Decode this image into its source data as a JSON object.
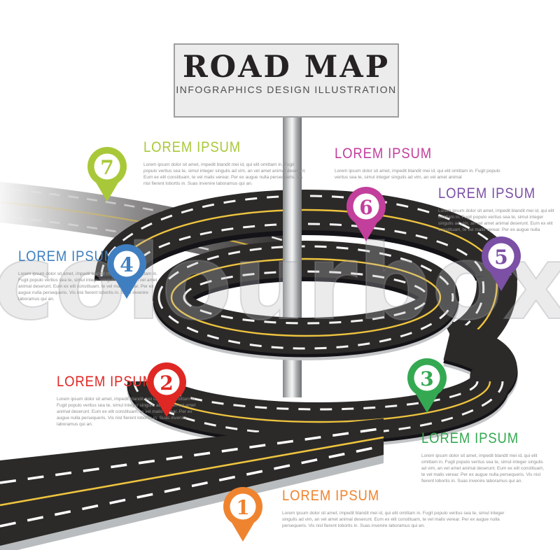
{
  "sign": {
    "title": "ROAD MAP",
    "subtitle": "INFOGRAPHICS DESIGN ILLUSTRATION"
  },
  "watermark": {
    "text": "colourbox"
  },
  "road": {
    "asphalt_color": "#2c2a29",
    "center_line_color": "#eec43f",
    "lane_marking_color": "#ffffff",
    "curb_color": "#c3c5c7"
  },
  "items": [
    {
      "number": "1",
      "label": "LOREM IPSUM",
      "color": "#ef8430",
      "body": "Lorem ipsum dolor sit amet, impedit blandit mei id, qui elit omittam in. Fugit populo veritus sea te, simul integer singulis ad vim, an vel amet animal deserunt. Eum ex elit constituam, te vel malis verear. Per ex augue nulla persequeris. Vis nisl fierent lobortis in. Suas invenire laboramus qui an."
    },
    {
      "number": "2",
      "label": "LOREM IPSUM",
      "color": "#df2823",
      "body": "Lorem ipsum dolor sit amet, impedit blandit mei id, qui elit omittam in. Fugit populo veritus sea te, simul integer singulis ad vim, an vel amet animal deserunt. Eum ex elit constituam, te vel malis verear. Per ex augue nulla persequeris. Vis nisl fierent lobortis in. Suas invenire laboramus qui an."
    },
    {
      "number": "3",
      "label": "LOREM IPSUM",
      "color": "#35a952",
      "body": "Lorem ipsum dolor sit amet, impedit blandit mei id, qui elit omittam in. Fugit populo veritus sea te, simul integer singulis ad vim, an vel amet animal deserunt. Eum ex elit constituam, te vel malis verear. Per ex augue nulla persequeris. Vis nisl fierent lobortis in. Suas invenire laboramus qui an."
    },
    {
      "number": "4",
      "label": "LOREM IPSUM",
      "color": "#3f7fc1",
      "body": "Lorem ipsum dolor sit amet, impedit blandit mei id, qui elit omittam in. Fugit populo veritus sea te, simul integer singulis ad vim, an vel amet animal deserunt. Eum ex elit constituam, te vel malis verear. Per ex augue nulla persequeris. Vis nisl fierent lobortis in. Suas invenire laboramus qui an."
    },
    {
      "number": "5",
      "label": "LOREM IPSUM",
      "color": "#7b50a5",
      "body": "Lorem ipsum dolor sit amet, impedit blandit mei id, qui elit omittam in. Fugit populo veritus sea te, simul integer singulis ad vim, an vel amet animal deserunt. Eum ex elit constituam, te vel malis verear. Per ex augue nulla"
    },
    {
      "number": "6",
      "label": "LOREM IPSUM",
      "color": "#c23f9c",
      "body": "Lorem ipsum dolor sit amet, impedit blandit mei id, qui elit omittam in. Fugit populo veritus sea te, simul integer singulis ad vim, an vel amet animal"
    },
    {
      "number": "7",
      "label": "LOREM IPSUM",
      "color": "#a9c839",
      "body": "Lorem ipsum dolor sit amet, impedit blandit mei id, qui elit omittam in. Fugit populo veritus sea te, simul integer singulis ad vim, an vel amet animal deserunt. Eum ex elit constituam, te vel malis verear. Per ex augue nulla persequeris. Vis nisl fierent lobortis in. Suas invenire laboramus qui an."
    }
  ]
}
